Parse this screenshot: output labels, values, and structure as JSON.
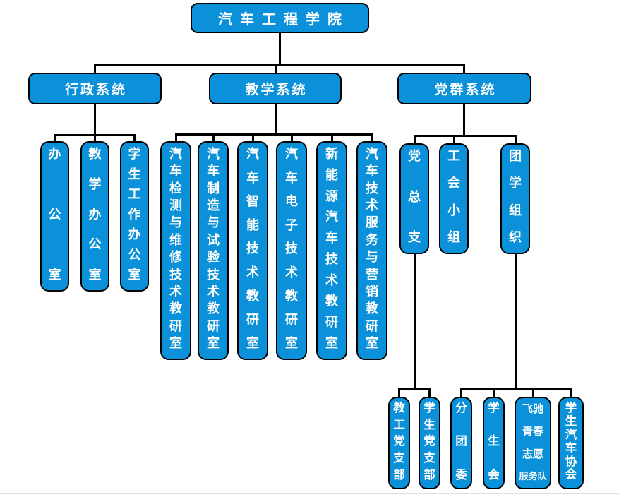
{
  "colors": {
    "box_fill": "#0a91d9",
    "box_border": "#000000",
    "connector": "#000000",
    "text": "#ffffff",
    "background": "#ffffff",
    "bottom_divider": "#dcdfe3"
  },
  "nodes": {
    "root": "汽车工程学院",
    "systems": [
      "行政系统",
      "教学系统",
      "党群系统"
    ],
    "admin_children": [
      "办公室",
      "教学办公室",
      "学生工作办公室"
    ],
    "teaching_children": [
      "汽车检测与维修技术教研室",
      "汽车制造与试验技术教研室",
      "汽车智能技术教研室",
      "汽车电子技术教研室",
      "新能源汽车技术教研室",
      "汽车技术服务与营销教研室"
    ],
    "party_children": [
      "党总支",
      "工会小组",
      "团学组织"
    ],
    "party_branch_children": [
      "教工党支部",
      "学生党支部"
    ],
    "league_children": [
      "分团委",
      "学生会",
      "飞驰青春志愿服务队",
      "学生汽车协会"
    ],
    "feichi_lines": [
      "飞驰",
      "青春",
      "志愿",
      "服务队"
    ]
  }
}
